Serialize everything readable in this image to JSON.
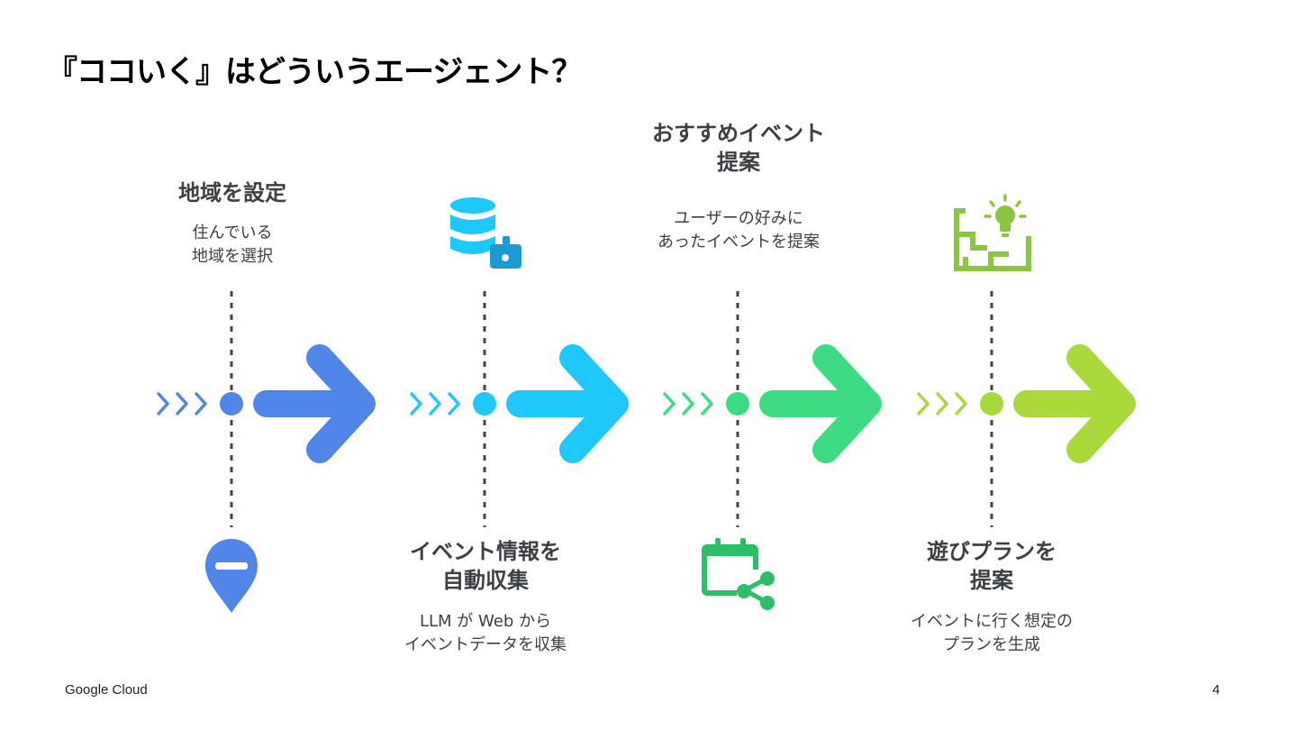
{
  "title": "『ココいく』はどういうエージェント？",
  "steps": [
    {
      "heading": "地域を設定",
      "description": [
        "住んでいる",
        "地域を選択"
      ],
      "icon": "map-pin-icon",
      "color": "#4f86e8"
    },
    {
      "heading": [
        "イベント情報を",
        "自動収集"
      ],
      "description": [
        "LLM が Web から",
        "イベントデータを収集"
      ],
      "icon": "database-icon",
      "color": "#1ec8fb"
    },
    {
      "heading": [
        "おすすめイベント",
        "提案"
      ],
      "description": [
        "ユーザーの好みに",
        "あったイベントを提案"
      ],
      "icon": "calendar-share-icon",
      "color": "#3ddc84"
    },
    {
      "heading": [
        "遊びプランを",
        "提案"
      ],
      "description": [
        "イベントに行く想定の",
        "プランを生成"
      ],
      "icon": "plan-map-icon",
      "color": "#a8d83a"
    }
  ],
  "colors": {
    "marker": "#5b3a3a",
    "heading": "#3c4043"
  },
  "footer": {
    "brand": "Google Cloud",
    "page": "4"
  }
}
